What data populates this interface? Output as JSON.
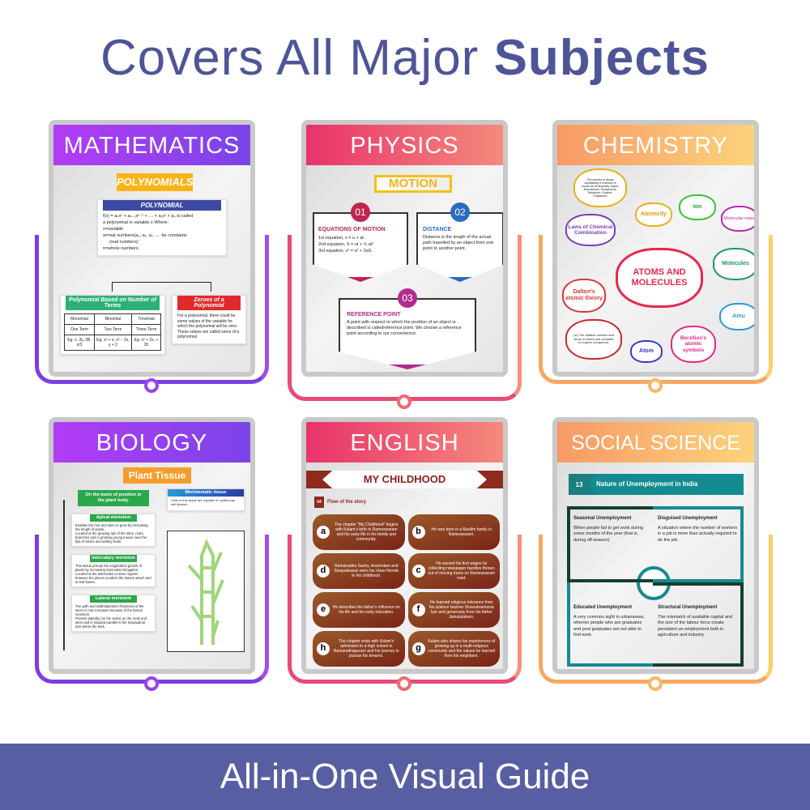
{
  "title": {
    "regular": "Covers All Major",
    "bold": "Subjects"
  },
  "footer": "All-in-One Visual Guide",
  "colors": {
    "title": "#4e5597",
    "footer_bg": "#585ea2",
    "purple": "#7b3fe0",
    "pink": "#e94a74",
    "orange": "#f6b35a"
  },
  "cards": {
    "math": {
      "label": "MATHEMATICS",
      "heading": "POLYNOMIALS",
      "box_title": "POLYNOMIAL",
      "lines": [
        "f(x) = aₙxⁿ + aₙ₋₁xⁿ⁻¹ + .... + a₁x¹ + a₀ is called",
        "a polynomial in variable x Where:",
        "x=variable",
        "a=real numbers(a₀, a₁, a₂ ..... be constants",
        "(real numbers)",
        "n=whole numbers"
      ],
      "left_title": "Polynomial Based on Number of Terms",
      "table": [
        [
          "Monomial",
          "Binomial",
          "Trinomial"
        ],
        [
          "One Term",
          "Two Term",
          "Three Term"
        ],
        [
          "Eg: x, 3y, 2B, x/3",
          "Eg: x² + x, x³ − 2x, y + 2",
          "Eg: x² + 2x, + 20"
        ]
      ],
      "right_title": "Zeroes of a Polynomial",
      "right_text": "For a polynomial, there could be some values of the variable for which the polynomial will be zero. These values are called zeros of a polynomial."
    },
    "physics": {
      "label": "PHYSICS",
      "heading": "MOTION",
      "items": [
        {
          "num": "01",
          "title": "EQUATIONS OF MOTION",
          "lines": [
            "1st equation, v = u + at",
            "2nd equation, S = ut + ½ at²",
            "3rd equation, v² = u² + 2aS."
          ]
        },
        {
          "num": "02",
          "title": "DISTANCE",
          "text": "Distance is the length of the actual path travelled by an object from one point to another point."
        },
        {
          "num": "03",
          "title": "REFERENCE POINT",
          "text": "A point with respect to which the position of an object is described is calledreference point. We choose a reference point according to our convenience."
        }
      ]
    },
    "chemistry": {
      "label": "CHEMISTRY",
      "center": "ATOMS AND MOLECULES",
      "nodes": [
        "The number of atoms constituting a molecule is known as its atomicity. Argon: Monoatomic, Phosphorus: Tetratomic, Sulphur: Polyatomic",
        "Atomicity",
        "Ion",
        "Molecular mass",
        "Laws of Chemical Combination",
        "Molecules",
        "Dalton's atomic theory",
        "Amu",
        "(vi) The relative number and kinds of atoms are constant in a given compound.",
        "Atom",
        "Berzilius's atomic symbols"
      ]
    },
    "biology": {
      "label": "BIOLOGY",
      "heading": "Plant Tissue",
      "basis": "On the basis of position in the plant body.",
      "meristematic": {
        "title": "Meristematic tissue",
        "text": "Cells in this tissue are capable of continuous cell division."
      },
      "sections": [
        {
          "title": "Apical meristem",
          "points": [
            "Enables the root and stem to grow by increasing the length of plants.",
            "Located at the growing tips of the stem, roots, branches and in growing young leaves near the tips of stems and axillary buds."
          ]
        },
        {
          "title": "Intercalary meristem",
          "points": [
            "This tissue prompt the longitudinal growth of plants by increasing internodal elongation.",
            "Located at the internodes or stem regions between the places at which the leaves attach and at leaf bases."
          ]
        },
        {
          "title": "Lateral meristem",
          "points": [
            "The girth and width/diameter /thickness of the stem or root increases because of the lateral meristem.",
            "Present laterally (on the sides) on the roots and stem and is situated parallel to the longitudinal axis below the bark."
          ]
        }
      ]
    },
    "english": {
      "label": "ENGLISH",
      "heading": "MY CHILDHOOD",
      "tag": "04",
      "sub": "Flow of the story",
      "parts": [
        {
          "l": "a",
          "t": "The chapter \"My Childhood\" begins with Kalam's birth in Rameswaram and his early life in his family and community."
        },
        {
          "l": "b",
          "t": "He was born in a Muslim family in Rameswaram."
        },
        {
          "l": "c",
          "t": "He earned his first wages by collecting newspaper bundles thrown out of moving trains on Rameswaram road."
        },
        {
          "l": "d",
          "t": "Ramanadha Sastry, Aravindam and Sivaprakasan were his close friends in his childhood."
        },
        {
          "l": "e",
          "t": "He describes his father's influence on his life and his early education."
        },
        {
          "l": "f",
          "t": "He learned religious tolerance from his science teacher Sivasubramania Iyer and generosity from his father Jainulabdeen."
        },
        {
          "l": "g",
          "t": "Kalam also shares his experiences of growing up in a multi-religious community and the values he learned from his neighbors."
        },
        {
          "l": "h",
          "t": "The chapter ends with Kalam's admission to a high school in Ramanathapuram and his journey to pursue his dreams."
        }
      ]
    },
    "social": {
      "label": "SOCIAL SCIENCE",
      "num": "13",
      "heading": "Nature of Unemployment in India",
      "quads": [
        {
          "title": "Seasonal Unemployment",
          "text": "When people fail to get work during some months of the year (that is, during off-season)."
        },
        {
          "title": "Disguised Unemployment",
          "text": "A situation where the number of workers in a job is more than actually required to do the job."
        },
        {
          "title": "Educated Unemployment",
          "text": "A very common sight in urbanareas, wherein people who are graduates and post graduates are not able to find work."
        },
        {
          "title": "Structural Unemployment",
          "text": "The mismatch of available capital and the size of the labour force create persistent un-employment both in agriculture and industry."
        }
      ]
    }
  }
}
